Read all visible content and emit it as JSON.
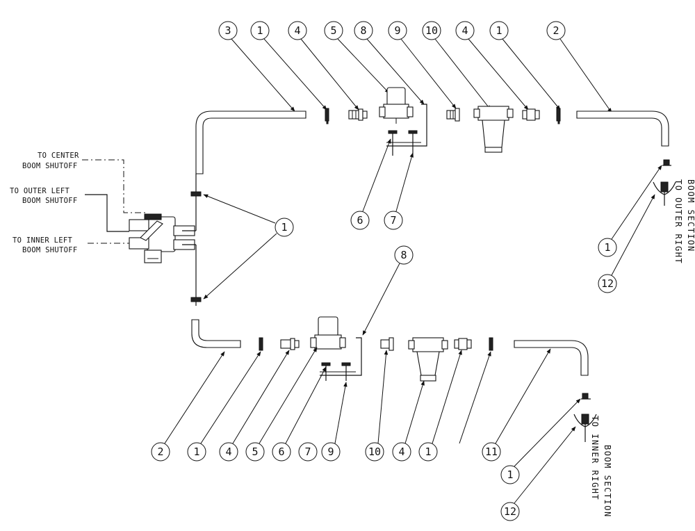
{
  "notes": {
    "center": [
      "TO CENTER",
      "BOOM SHUTOFF"
    ],
    "outer_left": [
      "TO OUTER LEFT",
      "BOOM SHUTOFF"
    ],
    "inner_left": [
      "TO INNER LEFT",
      "BOOM SHUTOFF"
    ],
    "outer_right": [
      "BOOM SECTION",
      "TO OUTER RIGHT"
    ],
    "inner_right": [
      "BOOM SECTION",
      "TO INNER RIGHT"
    ]
  },
  "callouts": {
    "top": [
      "3",
      "1",
      "4",
      "5",
      "8",
      "9",
      "10",
      "4",
      "1",
      "2"
    ],
    "top_lower": [
      "6",
      "7"
    ],
    "right_upper": [
      "1",
      "12"
    ],
    "center": "1",
    "lower_8": "8",
    "bottom": [
      "2",
      "1",
      "4",
      "5",
      "6",
      "7",
      "9",
      "10",
      "4",
      "1",
      "11"
    ],
    "right_lower": [
      "1",
      "12"
    ]
  }
}
